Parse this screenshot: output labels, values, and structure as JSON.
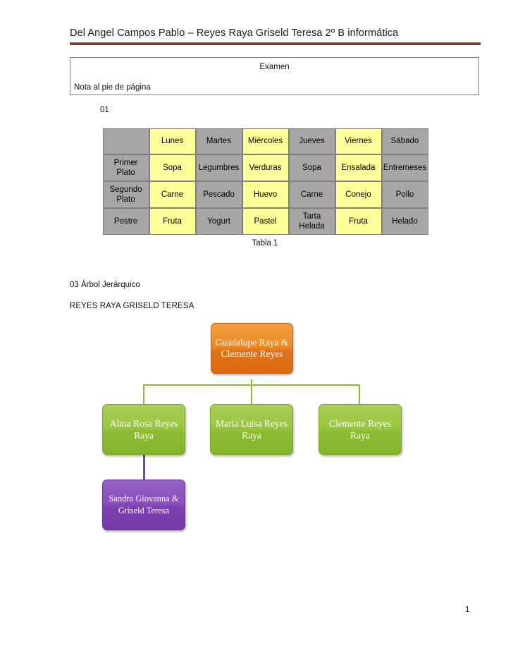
{
  "document": {
    "header_title": "Del Angel Campos Pablo – Reyes Raya Griseld Teresa  2º B informática",
    "page_number": "1"
  },
  "note_box": {
    "examen": "Examen",
    "footnote": "Nota al pie de página"
  },
  "labels": {
    "item_01": "01",
    "table_caption": "Tabla 1",
    "section_03": "03 Árbol Jerárquico",
    "section_name": "REYES RAYA GRISELD TERESA"
  },
  "menu_table": {
    "columns": [
      "",
      "Lunes",
      "Martes",
      "Miércoles",
      "Jueves",
      "Viernes",
      "Sábado"
    ],
    "column_fills": [
      "gray",
      "yellow",
      "gray",
      "yellow",
      "gray",
      "yellow",
      "gray"
    ],
    "rows": [
      {
        "header": "Primer Plato",
        "cells": [
          "Sopa",
          "Legumbres",
          "Verduras",
          "Sopa",
          "Ensalada",
          "Entremeses"
        ]
      },
      {
        "header": "Segundo Plato",
        "cells": [
          "Carne",
          "Pescado",
          "Huevo",
          "Carne",
          "Conejo",
          "Pollo"
        ]
      },
      {
        "header": "Postre",
        "cells": [
          "Fruta",
          "Yogurt",
          "Pastel",
          "Tarta Helada",
          "Fruta",
          "Helado"
        ]
      }
    ],
    "colors": {
      "gray": "#a6a6a6",
      "yellow": "#ffff99",
      "border": "#7f7f7f"
    }
  },
  "org_chart": {
    "root": {
      "label": "Guadalupe Raya & Clemente Reyes",
      "color": "#ee8b28"
    },
    "children": [
      {
        "label": "Alma Rosa Reyes Raya",
        "color": "#9ac63f"
      },
      {
        "label": "Maria Luisa Reyes Raya",
        "color": "#9ac63f"
      },
      {
        "label": "Clemente Reyes Raya",
        "color": "#9ac63f"
      }
    ],
    "grandchild": {
      "label": "Sandra Giovanna & Griseld Teresa",
      "color": "#8a4fbe"
    }
  },
  "theme": {
    "header_rule_color": "#7b3a33",
    "note_box_border": "#808080"
  }
}
